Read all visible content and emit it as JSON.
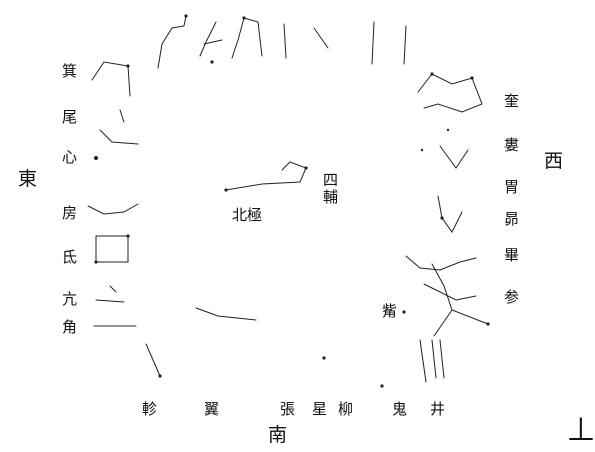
{
  "directions": {
    "east": "東",
    "west": "西",
    "south": "南"
  },
  "center_labels": {
    "polaris": "北極",
    "sifu": "四輔"
  },
  "left_mansions": [
    "箕",
    "尾",
    "心",
    "房",
    "氐",
    "亢",
    "角"
  ],
  "right_mansions": [
    "奎",
    "婁",
    "胃",
    "昴",
    "畢",
    "参"
  ],
  "bottom_mansions": [
    "軫",
    "翼",
    "張",
    "星",
    "柳",
    "鬼",
    "井"
  ],
  "extra_labels": {
    "zi": "觜",
    "corner_mark": "丄"
  }
}
